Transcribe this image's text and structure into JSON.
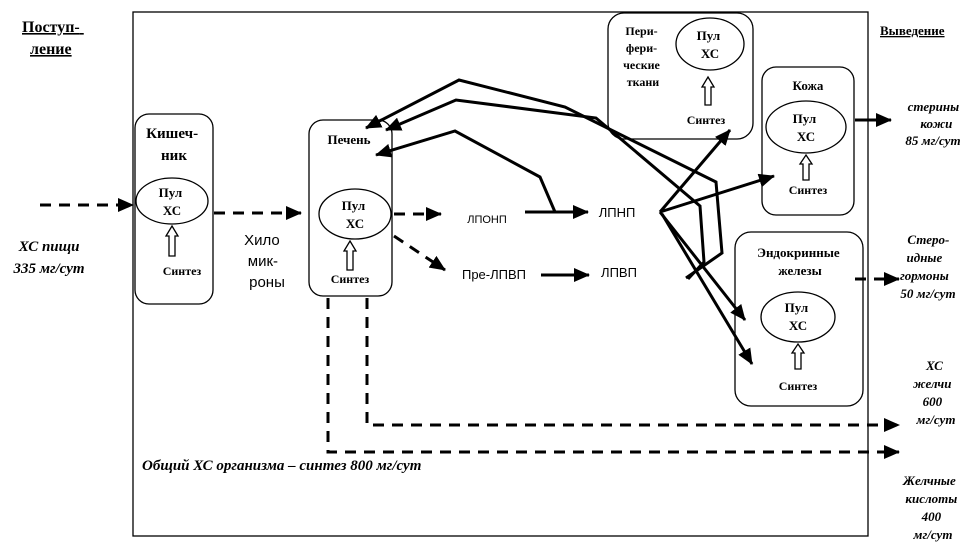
{
  "header": {
    "intake": [
      "Поступ-",
      "ление"
    ],
    "excretion": "Выведение"
  },
  "pool": {
    "line1": "Пул",
    "line2": "ХС"
  },
  "synthesis": "Синтез",
  "organs": {
    "intestine": [
      "Кишеч-",
      "ник"
    ],
    "liver": "Печень",
    "peripheral": [
      "Пери-",
      "фери-",
      "ческие",
      "ткани"
    ],
    "skin": "Кожа",
    "endocrine": [
      "Эндокринные",
      "железы"
    ]
  },
  "lipoproteins": {
    "chylomicrons": [
      "Хило",
      "мик-",
      "роны"
    ],
    "lponp": "ЛПОНП",
    "lpnp": "ЛПНП",
    "pre_lpvp": "Пре-ЛПВП",
    "lpvp": "ЛПВП"
  },
  "inputs": {
    "food": [
      "ХС пищи",
      "335 мг/сут"
    ]
  },
  "outputs": {
    "skin_sterols": [
      "стерины",
      "кожи",
      "85 мг/сут"
    ],
    "steroid_hormones": [
      "Стеро-",
      "идные",
      "гормоны",
      "50 мг/сут"
    ],
    "bile_chol": [
      "ХС",
      "желчи",
      "600",
      "мг/сут"
    ],
    "bile_acids": [
      "Желчные",
      "кислоты",
      "400",
      "мг/сут"
    ]
  },
  "total": "Общий ХС организма – синтез 800 мг/сут"
}
